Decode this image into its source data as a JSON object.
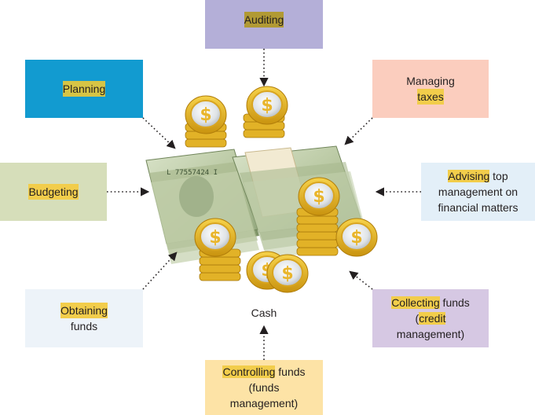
{
  "diagram": {
    "center": {
      "caption": "Cash",
      "image": "stacks-of-dollar-bills-and-gold-coins"
    },
    "functions": [
      {
        "id": "auditing",
        "highlight": "Auditing",
        "text": "",
        "color": "#b4afd8"
      },
      {
        "id": "managing-taxes",
        "line1": "Managing",
        "highlight": "taxes",
        "color": "#fbcdbe"
      },
      {
        "id": "advising",
        "highlight": "Advising",
        "text_after": " top",
        "line2": "management on",
        "line3": "financial matters",
        "color": "#e3eff8"
      },
      {
        "id": "collecting-funds",
        "highlight": "Collecting",
        "text_after": " funds",
        "line2_pre": "(",
        "highlight2": "credit",
        "line3": "management)",
        "color": "#d6c8e3"
      },
      {
        "id": "controlling-funds",
        "highlight": "Controlling",
        "text_after": " funds",
        "line2": "(funds",
        "line3": "management)",
        "color": "#fde3a6"
      },
      {
        "id": "obtaining-funds",
        "highlight": "Obtaining",
        "line2": "funds",
        "color": "#edf3f9"
      },
      {
        "id": "budgeting",
        "highlight": "Budgeting",
        "color": "#d6deba"
      },
      {
        "id": "planning",
        "highlight": "Planning",
        "color": "#129bd0"
      }
    ]
  }
}
